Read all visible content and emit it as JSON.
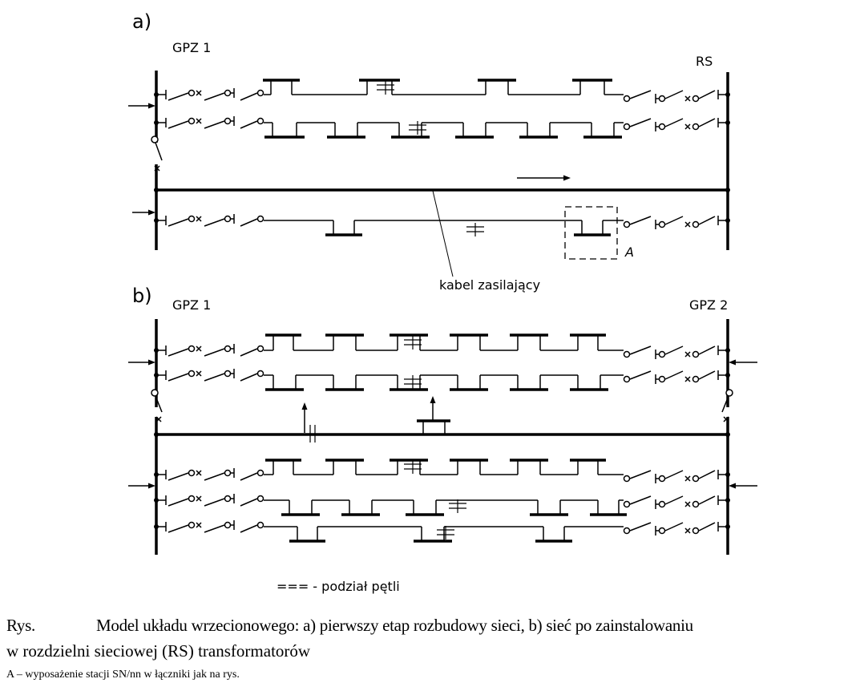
{
  "diagram": {
    "part_a": {
      "label": "a)",
      "left_station": "GPZ 1",
      "right_station": "RS",
      "cable_label": "kabel zasilający",
      "box_label": "A"
    },
    "part_b": {
      "label": "b)",
      "left_station": "GPZ 1",
      "right_station": "GPZ 2"
    },
    "legend": "=== - podział pętli"
  },
  "caption": {
    "prefix": "Rys.",
    "line1": "Model układu wrzecionowego: a) pierwszy etap rozbudowy sieci, b) sieć po zainstalowaniu",
    "line2": "w rozdzielni sieciowej (RS) transformatorów",
    "note": "A – wyposażenie stacji SN/nn w łączniki jak na rys."
  }
}
